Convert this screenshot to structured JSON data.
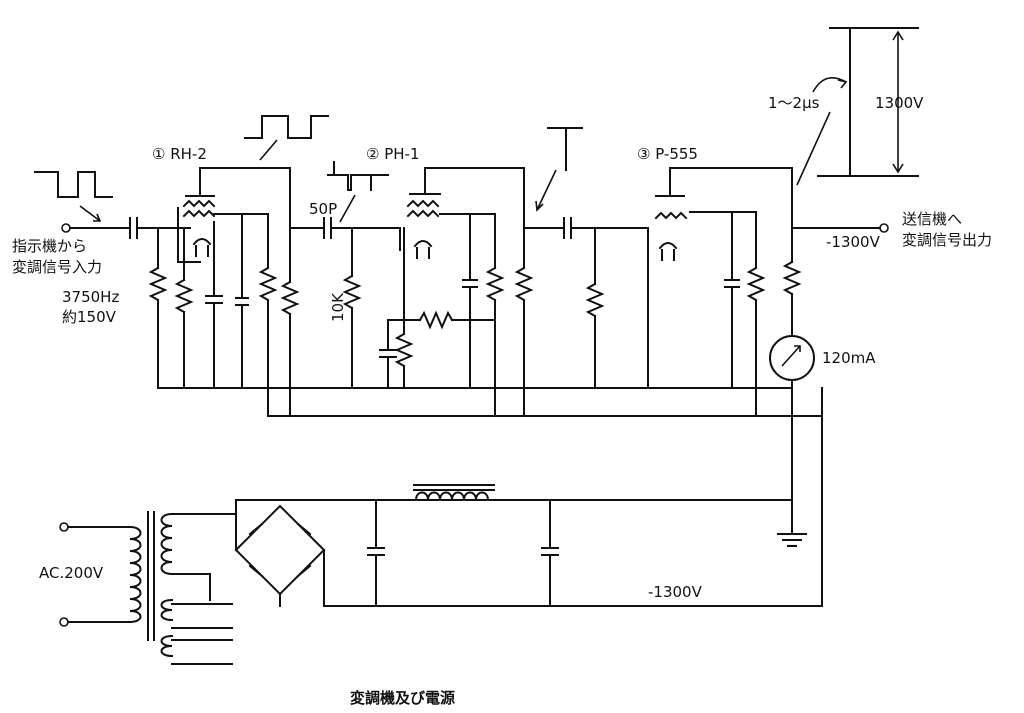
{
  "tubes": {
    "t1": "① RH-2",
    "t2": "② PH-1",
    "t3": "③ P-555"
  },
  "input": {
    "line1": "指示機から",
    "line2": "変調信号入力",
    "freq": "3750Hz",
    "volt": "約150V"
  },
  "output": {
    "line1": "送信機へ",
    "line2": "変調信号出力",
    "volt": "-1300V"
  },
  "components": {
    "cap50p": "50P",
    "res10k": "10K",
    "meter": "120mA"
  },
  "pulse": {
    "width": "1～2μs",
    "amp": "1300V"
  },
  "supply": {
    "ac": "AC.200V",
    "dc": "-1300V"
  },
  "caption": "変調機及び電源"
}
